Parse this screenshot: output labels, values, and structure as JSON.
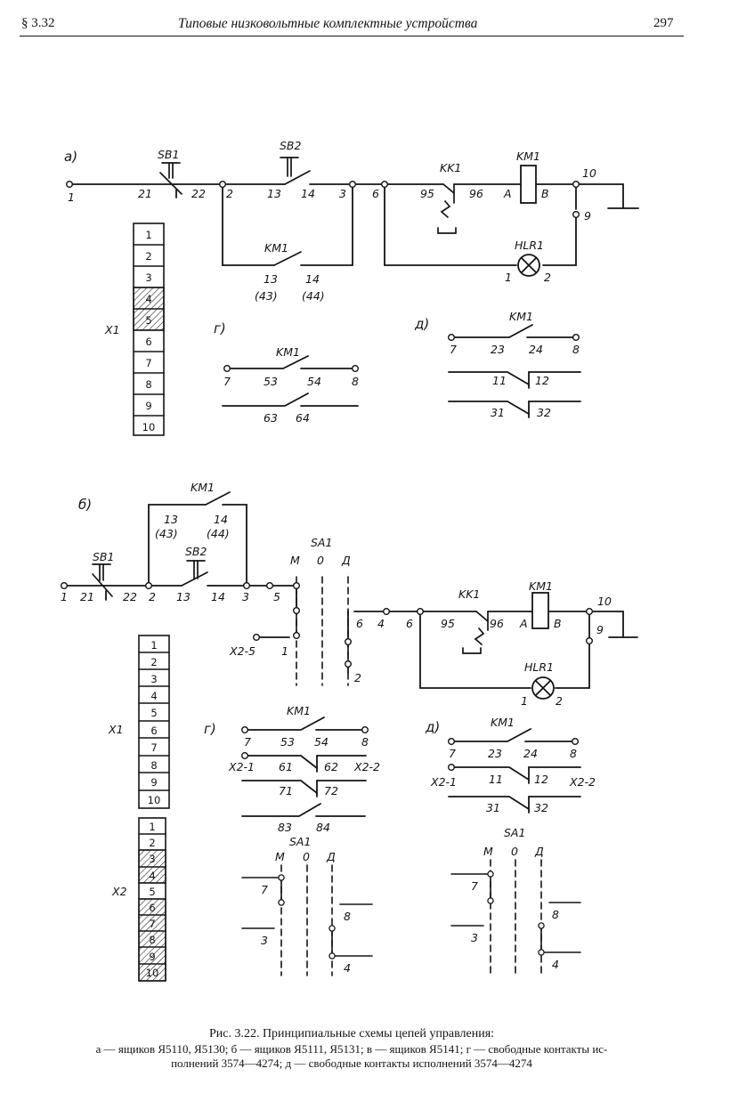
{
  "header": {
    "section": "§ 3.32",
    "title": "Типовые низковольтные комплектные устройства",
    "page": "297"
  },
  "caption": {
    "line1": "Рис. 3.22. Принципиальные схемы цепей управления:",
    "line2": "а — ящиков Я5110, Я5130; б — ящиков Я5111, Я5131; в — ящиков Я5141; г — свободные контакты ис-",
    "line3": "полнений 3574—4274; д — свободные контакты исполнений 3574—4274"
  },
  "diagram": {
    "variant_a": {
      "label": "а)",
      "sb1": "SB1",
      "sb2": "SB2",
      "km1": "KM1",
      "kk1": "KK1",
      "hlr1": "HLR1",
      "n1": "1",
      "n21": "21",
      "n22": "22",
      "n2": "2",
      "n13": "13",
      "n14": "14",
      "n3": "3",
      "n6": "6",
      "n95": "95",
      "n96": "96",
      "coilA": "A",
      "coilB": "B",
      "n10": "10",
      "n9": "9",
      "lamp1": "1",
      "lamp2": "2",
      "km_13": "13",
      "km_14": "14",
      "km_43": "(43)",
      "km_44": "(44)",
      "terminal_label": "X1",
      "terminals": [
        "1",
        "2",
        "3",
        "4",
        "5",
        "6",
        "7",
        "8",
        "9",
        "10"
      ],
      "g": {
        "label": "г)",
        "km1": "KM1",
        "a1": "7",
        "a2": "53",
        "a3": "54",
        "a4": "8",
        "b1": "63",
        "b2": "64"
      },
      "d": {
        "label": "д)",
        "km1": "KM1",
        "a1": "7",
        "a2": "23",
        "a3": "24",
        "a4": "8",
        "b1": "11",
        "b2": "12",
        "c1": "31",
        "c2": "32"
      }
    },
    "variant_b": {
      "label": "б)",
      "sb1": "SB1",
      "sb2": "SB2",
      "km1": "KM1",
      "kk1": "KK1",
      "hlr1": "HLR1",
      "sa1": "SA1",
      "sa_m": "М",
      "sa_0": "0",
      "sa_d": "Д",
      "n1": "1",
      "n21": "21",
      "n22": "22",
      "n2": "2",
      "n13": "13",
      "n14": "14",
      "n3": "3",
      "n5": "5",
      "km_13": "13",
      "km_14": "14",
      "km_43": "(43)",
      "km_44": "(44)",
      "x25": "X2-5",
      "sa_1": "1",
      "sa_6": "6",
      "sa_4": "4",
      "sa_2": "2",
      "n6": "6",
      "n95": "95",
      "n96": "96",
      "coilA": "A",
      "coilB": "B",
      "n10": "10",
      "n9": "9",
      "lamp1": "1",
      "lamp2": "2",
      "x1_label": "X1",
      "x1_terminals": [
        "1",
        "2",
        "3",
        "4",
        "5",
        "6",
        "7",
        "8",
        "9",
        "10"
      ],
      "x2_label": "X2",
      "x2_terminals": [
        "1",
        "2",
        "3",
        "4",
        "5",
        "6",
        "7",
        "8",
        "9",
        "10"
      ],
      "g": {
        "label": "г)",
        "km1": "KM1",
        "r1": [
          "7",
          "53",
          "54",
          "8"
        ],
        "r2": [
          "X2-1",
          "61",
          "62",
          "X2-2"
        ],
        "r3": [
          "71",
          "72"
        ],
        "r4": [
          "83",
          "84"
        ],
        "sa1": "SA1",
        "m": "М",
        "z": "0",
        "d": "Д",
        "s7": "7",
        "s3": "3",
        "s8": "8",
        "s4": "4"
      },
      "d": {
        "label": "д)",
        "km1": "KM1",
        "r1": [
          "7",
          "23",
          "24",
          "8"
        ],
        "r2": [
          "X2-1",
          "11",
          "12",
          "X2-2"
        ],
        "r3": [
          "31",
          "32"
        ],
        "sa1": "SA1",
        "m": "М",
        "z": "0",
        "d": "Д",
        "s7": "7",
        "s3": "3",
        "s8": "8",
        "s4": "4"
      }
    }
  }
}
